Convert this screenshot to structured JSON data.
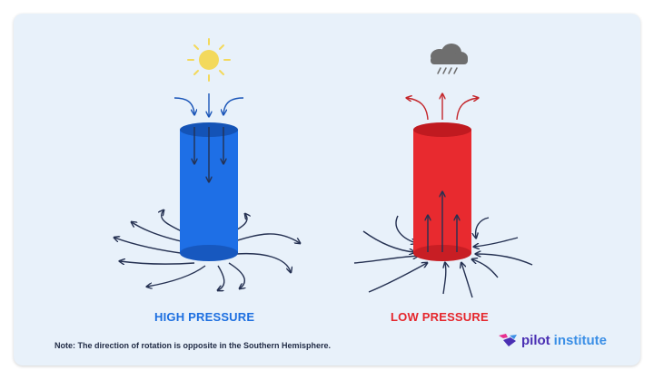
{
  "panels": [
    {
      "label": "HIGH PRESSURE",
      "weather_icon": "sun-icon",
      "column_color": "#1e6fe6",
      "flow": "descending-outflow"
    },
    {
      "label": "LOW PRESSURE",
      "weather_icon": "rain-cloud-icon",
      "column_color": "#e82a2f",
      "flow": "ascending-inflow"
    }
  ],
  "note": "Note: The direction of rotation is opposite in the Southern Hemisphere.",
  "logo": {
    "part1": "pilot",
    "part2": "institute"
  },
  "colors": {
    "background": "#e8f1fa",
    "arrow": "#253152",
    "sun": "#f3d95c",
    "cloud": "#6e6e6e"
  }
}
